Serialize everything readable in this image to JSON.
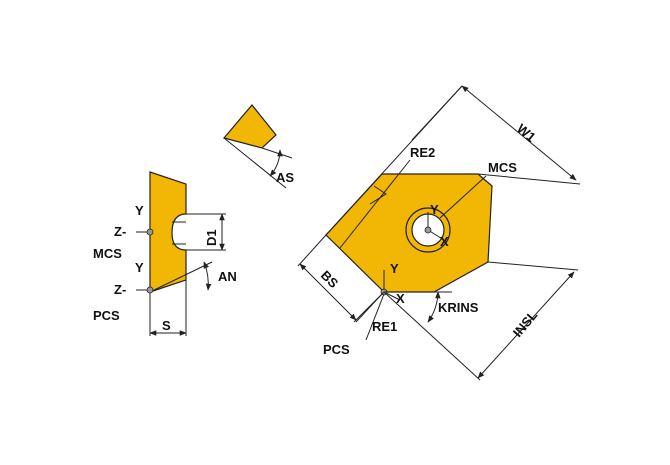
{
  "colors": {
    "insert_fill": "#f2b705",
    "insert_outline": "#222222",
    "dim_line": "#222222",
    "hole_fill": "#ffffff",
    "point_marker": "#999999"
  },
  "labels": {
    "w1": "W1",
    "re2": "RE2",
    "mcs_right": "MCS",
    "as": "AS",
    "y_mcs": "Y",
    "x_mcs": "X",
    "bs": "BS",
    "y_pcs": "Y",
    "x_pcs": "X",
    "krins": "KRINS",
    "insl": "INSL",
    "re1": "RE1",
    "pcs_right": "PCS",
    "left_y_top": "Y",
    "left_z_top": "Z-",
    "left_mcs": "MCS",
    "left_y_bottom": "Y",
    "left_z_bottom": "Z-",
    "left_pcs": "PCS",
    "d1": "D1",
    "an": "AN",
    "s": "S"
  }
}
